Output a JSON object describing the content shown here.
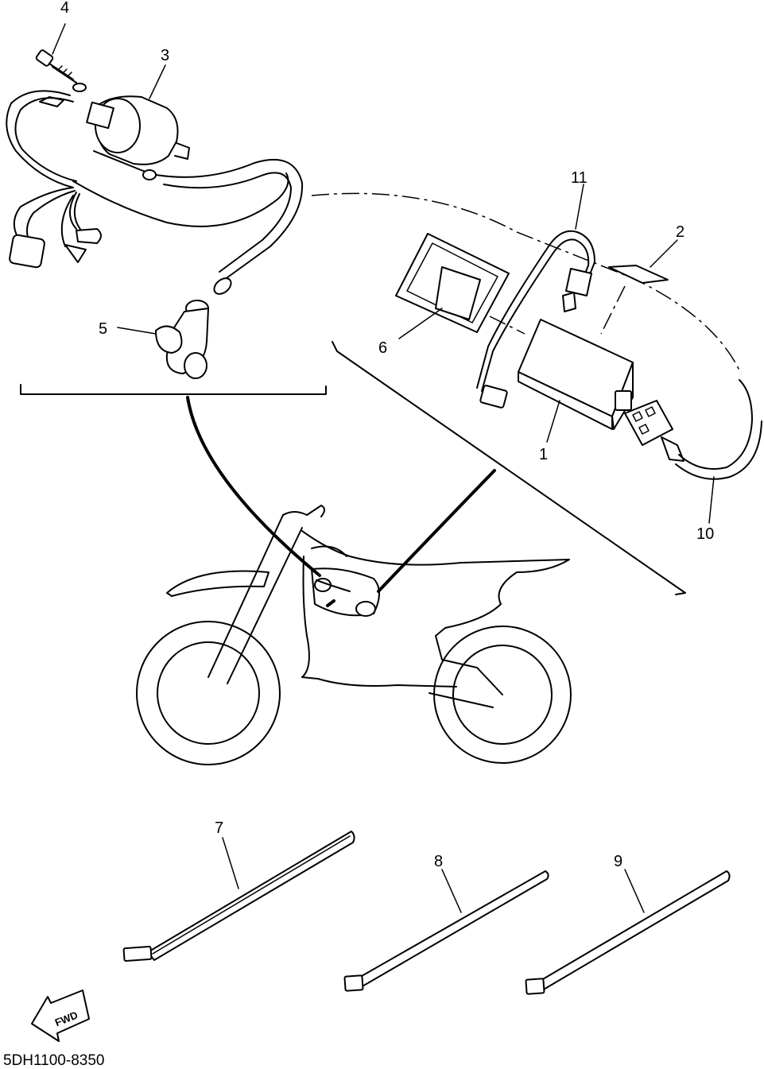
{
  "diagram": {
    "callouts": [
      {
        "id": "1",
        "label": "1"
      },
      {
        "id": "2",
        "label": "2"
      },
      {
        "id": "3",
        "label": "3"
      },
      {
        "id": "4",
        "label": "4"
      },
      {
        "id": "5",
        "label": "5"
      },
      {
        "id": "6",
        "label": "6"
      },
      {
        "id": "7",
        "label": "7"
      },
      {
        "id": "8",
        "label": "8"
      },
      {
        "id": "9",
        "label": "9"
      },
      {
        "id": "10",
        "label": "10"
      },
      {
        "id": "11",
        "label": "11"
      }
    ],
    "fwd_label": "FWD",
    "part_code": "5DH1100-8350"
  }
}
